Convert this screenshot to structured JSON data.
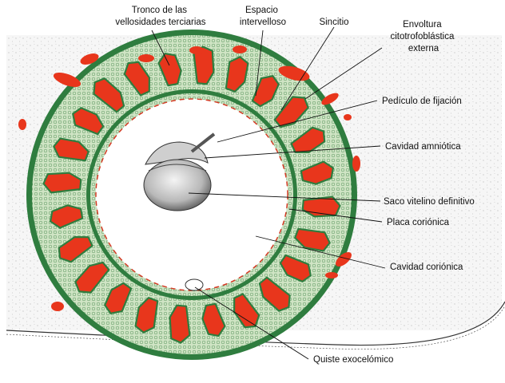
{
  "colors": {
    "background": "#ffffff",
    "decidua": "#f6f6f6",
    "villi_green": "#2f7d3f",
    "villi_light": "#cfe4c4",
    "lacunae_red": "#e8361c",
    "outline": "#222222"
  },
  "labels": {
    "tronco": [
      "Tronco de las",
      "vellosidades terciarias"
    ],
    "espacio": [
      "Espacio",
      "intervelloso"
    ],
    "sincitio": [
      "Sincitio"
    ],
    "envoltura": [
      "Envoltura",
      "citotrofoblástica",
      "externa"
    ],
    "pediculo": [
      "Pedículo de fijación"
    ],
    "amniotica": [
      "Cavidad amniótica"
    ],
    "saco": [
      "Saco vitelino definitivo"
    ],
    "placa": [
      "Placa coriónica"
    ],
    "corionica": [
      "Cavidad coriónica"
    ],
    "quiste": [
      "Quiste exocelómico"
    ]
  }
}
